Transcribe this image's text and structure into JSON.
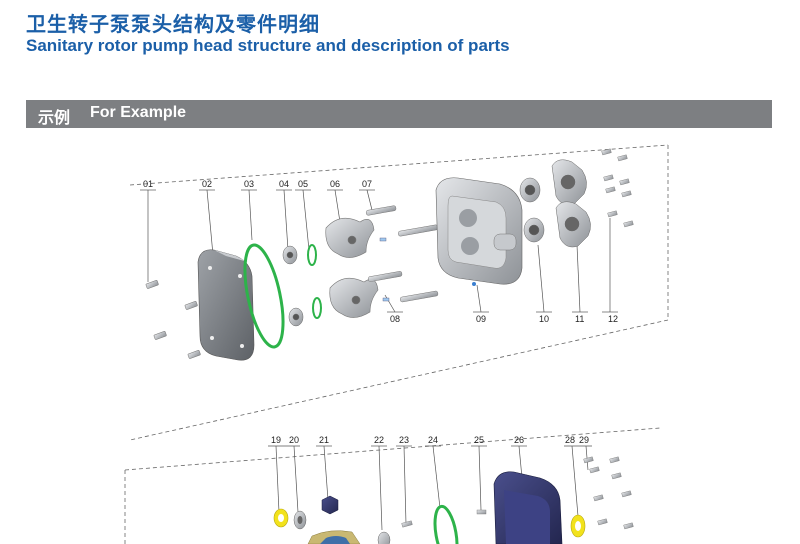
{
  "header": {
    "title_cn": "卫生转子泵泵头结构及零件明细",
    "title_en": "Sanitary rotor pump head structure and description of parts"
  },
  "section": {
    "label_cn": "示例",
    "label_en": "For Example"
  },
  "diagram": {
    "top_labels": [
      "01",
      "02",
      "03",
      "04",
      "05",
      "06",
      "07",
      "08",
      "09",
      "10",
      "11",
      "12"
    ],
    "bottom_labels": [
      "19",
      "20",
      "21",
      "22",
      "23",
      "24",
      "25",
      "26",
      "28",
      "29"
    ]
  },
  "colors": {
    "title_blue": "#1b5fa8",
    "bar_gray": "#7d7f82",
    "oring_green": "#2db34a",
    "part_gray": "#b9bcc0",
    "yellow_seal": "#f2e21c",
    "navy_part": "#2b2f6a"
  }
}
